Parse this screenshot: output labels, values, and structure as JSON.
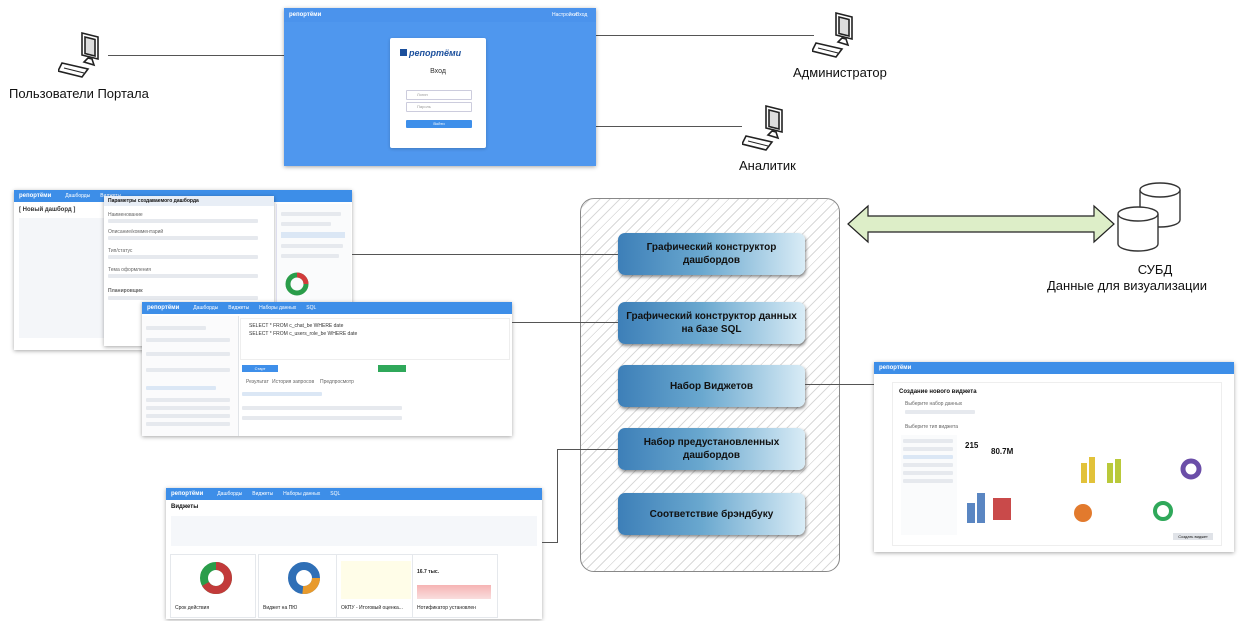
{
  "users": {
    "portal_users": "Пользователи Портала",
    "admin": "Администратор",
    "analyst": "Аналитик"
  },
  "login": {
    "logo": "репортёми",
    "title": "Вход",
    "username_placeholder": "Логин",
    "password_placeholder": "Пароль",
    "button": "Войти",
    "nav_links": [
      "Настройки",
      "Вход"
    ]
  },
  "features": [
    {
      "label": "Графический конструктор дашбордов"
    },
    {
      "label": "Графический конструктор данных на базе SQL"
    },
    {
      "label": "Набор Виджетов"
    },
    {
      "label": "Набор предустановленных дашбордов"
    },
    {
      "label": "Соответствие брэндбуку"
    }
  ],
  "db": {
    "title": "СУБД",
    "subtitle": "Данные для визуализации"
  },
  "dashboard_builder": {
    "logo": "репортёми",
    "tabs": [
      "Дашборды",
      "Виджеты"
    ],
    "new_dashboard": "[ Новый дашборд ]",
    "dialog_title": "Параметры создаваемого дашборда",
    "fields": [
      "Наименование",
      "Описание/комментарий",
      "Тип/статус",
      "Тема оформления",
      "Планировщик"
    ]
  },
  "sql_builder": {
    "logo": "репортёми",
    "tabs": [
      "Дашборды",
      "Виджеты",
      "Наборы данных",
      "SQL"
    ],
    "query_lines": [
      "SELECT * FROM c_chat_be WHERE date",
      "SELECT * FROM c_users_role_be WHERE date"
    ],
    "tabs_bottom": [
      "Результат",
      "История запросов",
      "Предпросмотр"
    ],
    "start": "Старт"
  },
  "widgets_window": {
    "logo": "репортёми",
    "title": "Создание нового виджета",
    "step1": "Выберите набор данных",
    "step2": "Выберите тип виджета",
    "value_1": "215",
    "value_2": "80.7M",
    "create": "Создать виджет"
  },
  "dashboards_list": {
    "logo": "репортёми",
    "tabs": [
      "Дашборды",
      "Виджеты",
      "Наборы данных",
      "SQL"
    ],
    "title": "Виджеты",
    "cards": [
      "Срок действия",
      "Виджет на ПЮ",
      "ОКПУ - Итоговый оценка...",
      "Нотификатор установлен"
    ],
    "metric": "16.7 тыс."
  }
}
